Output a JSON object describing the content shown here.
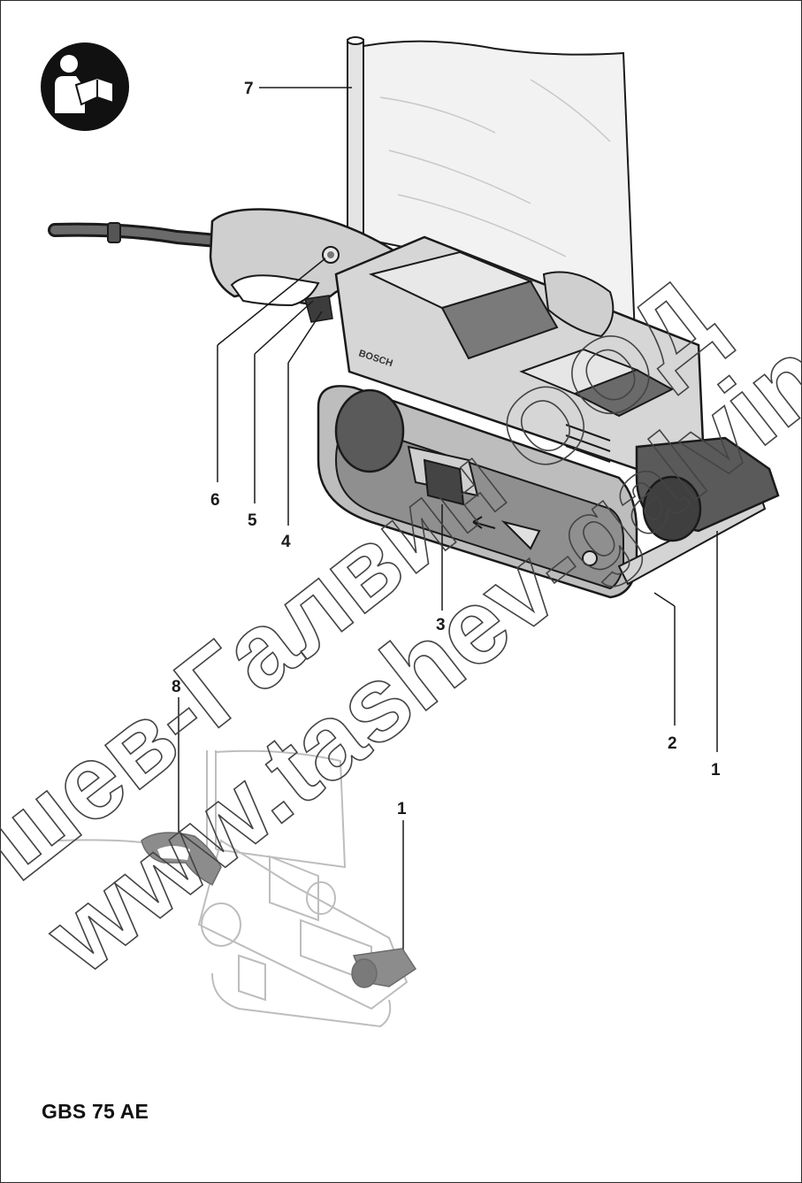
{
  "callouts": {
    "c1": "1",
    "c2": "2",
    "c3": "3",
    "c4": "4",
    "c5": "5",
    "c6": "6",
    "c7": "7",
    "c8": "8",
    "c1_small": "1"
  },
  "product_logo": "BOSCH",
  "watermark_lines": [
    "шев-Галвин ООД",
    "www.tashev-galving.com"
  ],
  "model_name": "GBS 75 AE",
  "icon": "read-manual-icon",
  "colors": {
    "line": "#1a1a1a",
    "body_light": "#d7d7d7",
    "body_mid": "#9a9a9a",
    "body_dark": "#4a4a4a",
    "ghost": "#bdbdbd",
    "highlight": "#8c8c8c"
  }
}
